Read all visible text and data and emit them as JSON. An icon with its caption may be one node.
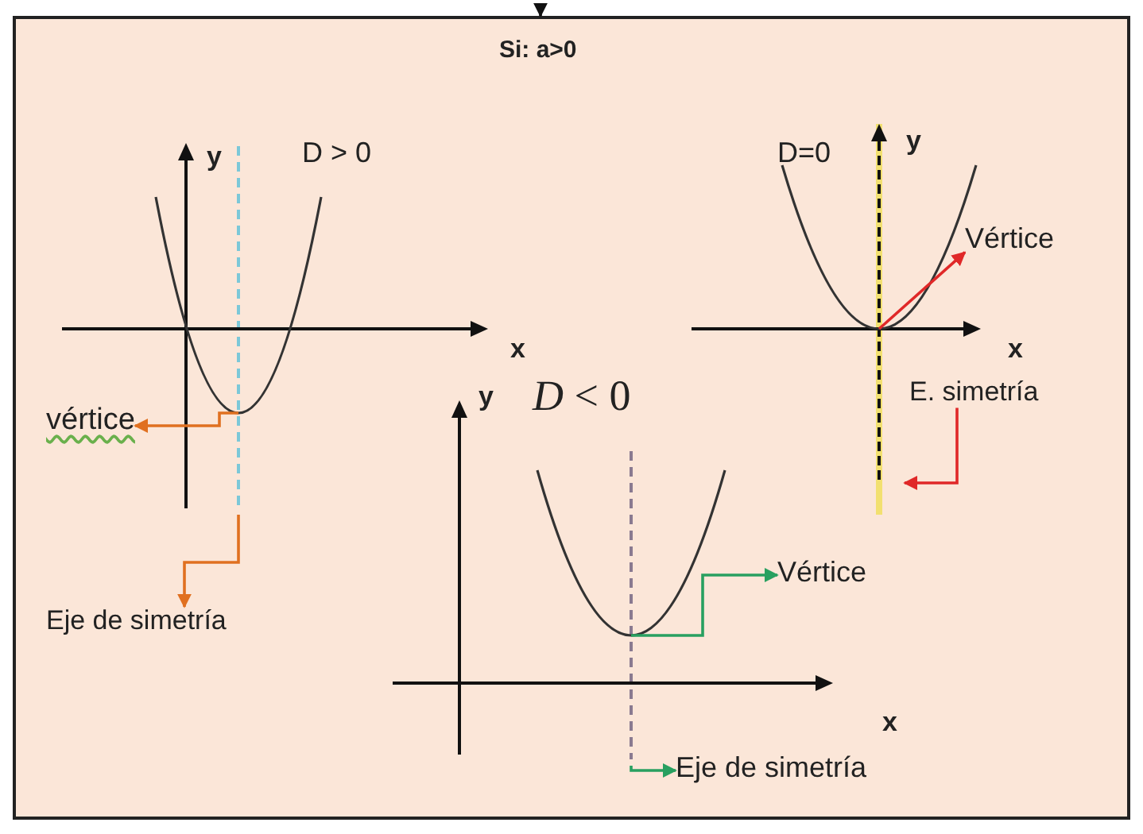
{
  "diagram": {
    "nodes": [
      {
        "text": [
          "Si: a>0"
        ]
      },
      {
        "text": [
          "D > 0"
        ],
        "in": 0
      },
      {
        "text": [
          "vértice"
        ],
        "in": 0
      },
      {
        "text": [
          "Eje de simetría"
        ],
        "in": 0
      },
      {
        "text": [
          "D=0"
        ],
        "in": 0
      },
      {
        "text": [
          "Vértice"
        ],
        "in": 0
      },
      {
        "text": [
          "E. simetría"
        ],
        "in": 0
      },
      {
        "text": [
          "*D* < 0"
        ],
        "in": 0
      },
      {
        "text": [
          "Vértice"
        ],
        "in": 0
      },
      {
        "text": [
          "Eje de simetría"
        ],
        "in": 0
      }
    ],
    "edges": [
      {
        "from": null,
        "to": 0,
        "arrow": "to",
        "color": "#111111"
      },
      {
        "from": null,
        "to": 2,
        "arrow": "to",
        "color": "#e07020"
      },
      {
        "from": null,
        "to": 3,
        "arrow": "to",
        "color": "#e07020"
      },
      {
        "from": null,
        "to": 5,
        "arrow": "to",
        "color": "#e02828"
      },
      {
        "from": 6,
        "to": null,
        "arrow": "to",
        "color": "#e02828"
      },
      {
        "from": null,
        "to": 8,
        "arrow": "to",
        "color": "#28a060"
      },
      {
        "from": null,
        "to": 9,
        "arrow": "to",
        "color": "#28a060"
      }
    ],
    "labels": [
      "y",
      "x",
      "y",
      "x",
      "y",
      "x"
    ]
  }
}
